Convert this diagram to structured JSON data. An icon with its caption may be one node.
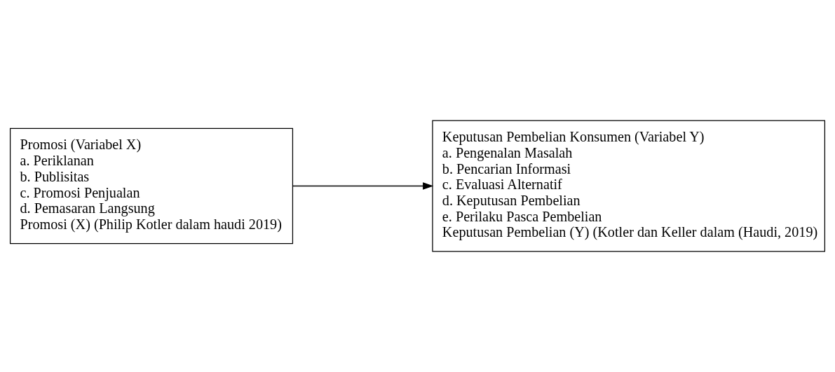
{
  "diagram": {
    "nodes": [
      {
        "text": [
          "Promosi (Variabel X)",
          "a. Periklanan",
          "b. Publisitas",
          "c. Promosi Penjualan",
          "d. Pemasaran Langsung",
          "Promosi (X) (Philip Kotler dalam haudi 2019)"
        ]
      },
      {
        "text": [
          "Keputusan Pembelian Konsumen (Variabel Y)",
          "a. Pengenalan Masalah",
          "b. Pencarian Informasi",
          "c. Evaluasi Alternatif",
          "d. Keputusan Pembelian",
          "e. Perilaku Pasca Pembelian",
          "Keputusan Pembelian (Y) (Kotler dan Keller dalam (Haudi, 2019)"
        ]
      }
    ],
    "edges": [
      {
        "from": 0,
        "to": 1,
        "arrow": "to"
      }
    ]
  }
}
